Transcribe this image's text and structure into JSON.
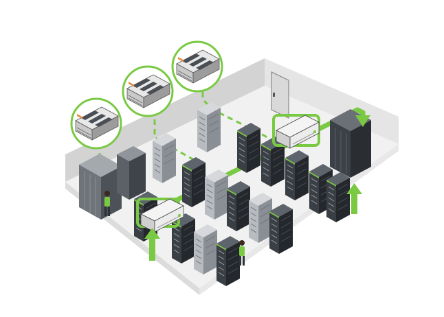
{
  "scene": {
    "kind": "isometric-data-center-illustration",
    "colors": {
      "accent_green": "#7ac943",
      "floor": "#f2f2f2",
      "wall_light": "#e6e6e6",
      "wall_dark": "#cfcfcf",
      "rack_dark": "#3a3f45",
      "rack_gray": "#8a8f96",
      "door": "#d9d9d9"
    },
    "callouts": [
      {
        "icon": "server-blade-icon"
      },
      {
        "icon": "server-blade-icon"
      },
      {
        "icon": "server-blade-icon"
      }
    ],
    "cooling_units": [
      {
        "icon": "ac-unit-icon"
      },
      {
        "icon": "ac-unit-icon"
      }
    ],
    "airflow_arrows": [
      {
        "direction": "up"
      },
      {
        "direction": "up"
      },
      {
        "direction": "down"
      }
    ],
    "technicians": [
      {
        "icon": "technician-icon"
      },
      {
        "icon": "technician-icon"
      }
    ]
  }
}
